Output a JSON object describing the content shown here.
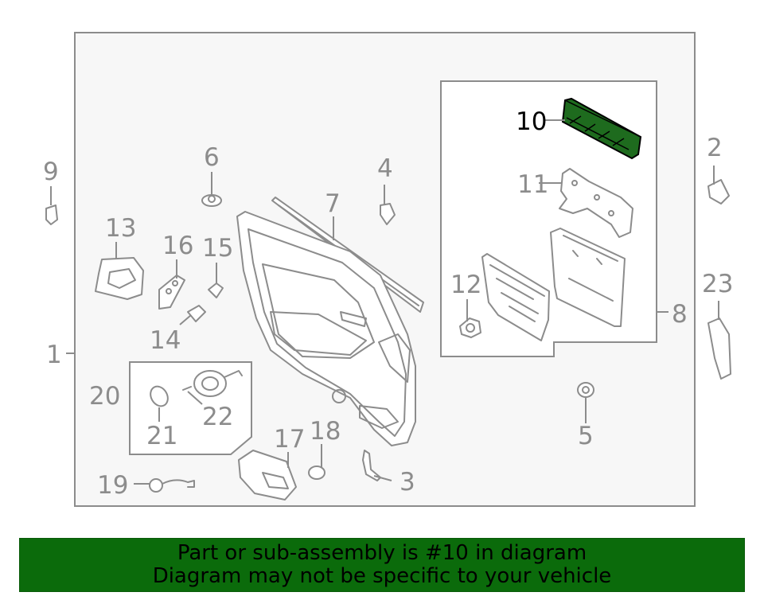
{
  "callouts": {
    "c1": "1",
    "c2": "2",
    "c3": "3",
    "c4": "4",
    "c5": "5",
    "c6": "6",
    "c7": "7",
    "c8": "8",
    "c9": "9",
    "c10": "10",
    "c11": "11",
    "c12": "12",
    "c13": "13",
    "c14": "14",
    "c15": "15",
    "c16": "16",
    "c17": "17",
    "c18": "18",
    "c19": "19",
    "c20": "20",
    "c21": "21",
    "c22": "22",
    "c23": "23"
  },
  "highlighted_part": "10",
  "colors": {
    "highlight_fill": "#1e6b1e",
    "banner_bg": "#0b6b0b",
    "line_gray": "#8c8c8c",
    "frame_bg": "#f7f7f7"
  },
  "banner": {
    "line1": "Part or sub-assembly is #10 in diagram",
    "line2": "Diagram may not be specific to your vehicle"
  }
}
